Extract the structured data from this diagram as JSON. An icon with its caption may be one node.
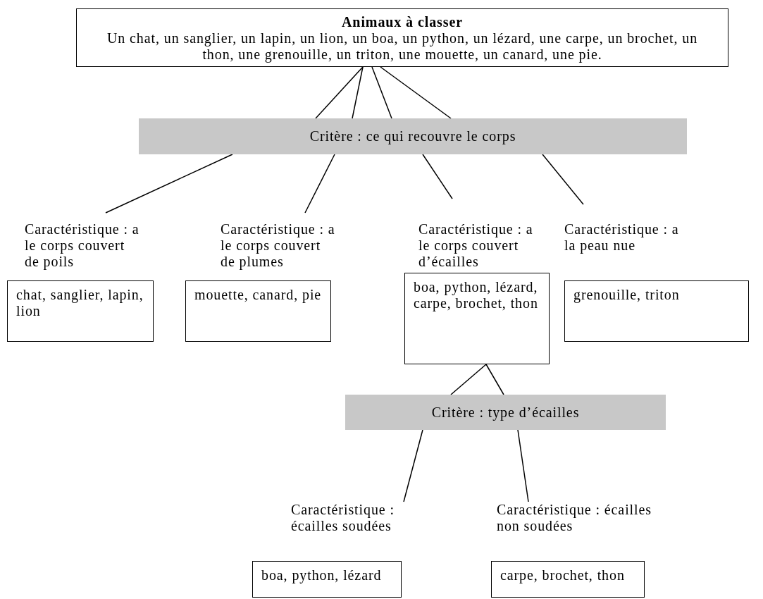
{
  "diagram": {
    "nodes": [
      {
        "text": [
          "Animaux à classer",
          "Un chat, un sanglier, un lapin, un lion, un boa, un python, un lézard, une carpe, un brochet, un thon, une grenouille, un triton, une mouette, un canard, une pie."
        ]
      },
      {
        "text": [
          "Critère : ce qui recouvre le corps"
        ]
      },
      {
        "text": [
          "Caractéristique : a le corps couvert de poils",
          "chat, sanglier, lapin, lion"
        ]
      },
      {
        "text": [
          "Caractéristique : a le corps couvert de plumes",
          "mouette, canard, pie"
        ]
      },
      {
        "text": [
          "Caractéristique : a le corps couvert d’écailles",
          "boa, python, lézard, carpe, brochet, thon"
        ]
      },
      {
        "text": [
          "Caractéristique : a la peau nue",
          "grenouille, triton"
        ]
      },
      {
        "text": [
          "Critère : type d’écailles"
        ]
      },
      {
        "text": [
          "Caractéristique : écailles soudées",
          "boa, python, lézard"
        ]
      },
      {
        "text": [
          "Caractéristique : écailles non soudées",
          "carpe, brochet, thon"
        ]
      }
    ],
    "edges": [
      {
        "from": 0,
        "to": 1,
        "arrow": "none"
      },
      {
        "from": 0,
        "to": 1,
        "arrow": "none"
      },
      {
        "from": 0,
        "to": 1,
        "arrow": "none"
      },
      {
        "from": 0,
        "to": 1,
        "arrow": "none"
      },
      {
        "from": 1,
        "to": 2,
        "arrow": "none"
      },
      {
        "from": 1,
        "to": 3,
        "arrow": "none"
      },
      {
        "from": 1,
        "to": 4,
        "arrow": "none"
      },
      {
        "from": 1,
        "to": 5,
        "arrow": "none"
      },
      {
        "from": 4,
        "to": 6,
        "arrow": "none"
      },
      {
        "from": 4,
        "to": 6,
        "arrow": "none"
      },
      {
        "from": 6,
        "to": 7,
        "arrow": "none"
      },
      {
        "from": 6,
        "to": 8,
        "arrow": "none"
      }
    ]
  }
}
